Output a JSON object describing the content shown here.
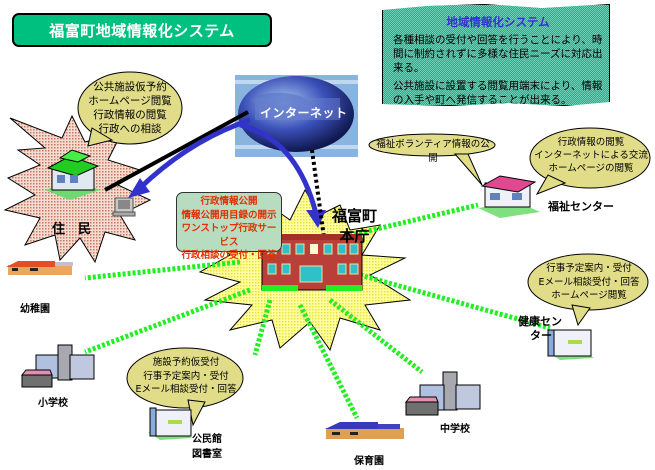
{
  "title": "福富町地域情報化システム",
  "info_panel": {
    "heading": "地域情報化システム",
    "paragraphs": [
      "各種相談の受付や回答を行うことにより、時間に制約されずに多様な住民ニーズに対応出来る。",
      "公共施設に設置する閲覧用端末により、情報の入手や町へ発信することが出来る。"
    ]
  },
  "internet": {
    "label": "インターネット"
  },
  "residents": {
    "label": "住　民",
    "bubble": [
      "公共施設仮予約",
      "ホームページ閲覧",
      "行政情報の閲覧",
      "行政への相談"
    ]
  },
  "town_hall": {
    "label_lines": [
      "福富町",
      "本庁"
    ],
    "services": [
      "行政情報公開",
      "情報公開用目録の開示",
      "ワンストップ行政サービス",
      "行政相談の受付・回答"
    ]
  },
  "welfare_center": {
    "label": "福祉センター",
    "bubble_left": [
      "福祉ボランティア情報の公開"
    ],
    "bubble_right": [
      "行政情報の閲覧",
      "インターネットによる交流",
      "ホームページの閲覧"
    ]
  },
  "health_center": {
    "label_lines": [
      "健康セン",
      "ター"
    ],
    "bubble": [
      "行事予定案内・受付",
      "Eメール相談受付・回答",
      "ホームページ閲覧"
    ]
  },
  "community_hall": {
    "label_lines": [
      "公民館",
      "図書室"
    ],
    "bubble": [
      "施設予約仮受付",
      "行事予定案内・受付",
      "Eメール相談受付・回答"
    ]
  },
  "facilities": {
    "kindergarten": "幼稚園",
    "elementary_school": "小学校",
    "nursery": "保育園",
    "junior_high_school": "中学校"
  },
  "colors": {
    "title_bg": "#00c080",
    "info_bg": "#3fb59a",
    "info_heading": "#3333cc",
    "burst_resident": "#e8b8a8",
    "burst_hall": "#fff080",
    "bubble": "#e0dc88",
    "link_green": "#22ee22",
    "link_blue": "#3333cc",
    "service_text": "#e03000",
    "service_bg": "#b8dcc0"
  }
}
